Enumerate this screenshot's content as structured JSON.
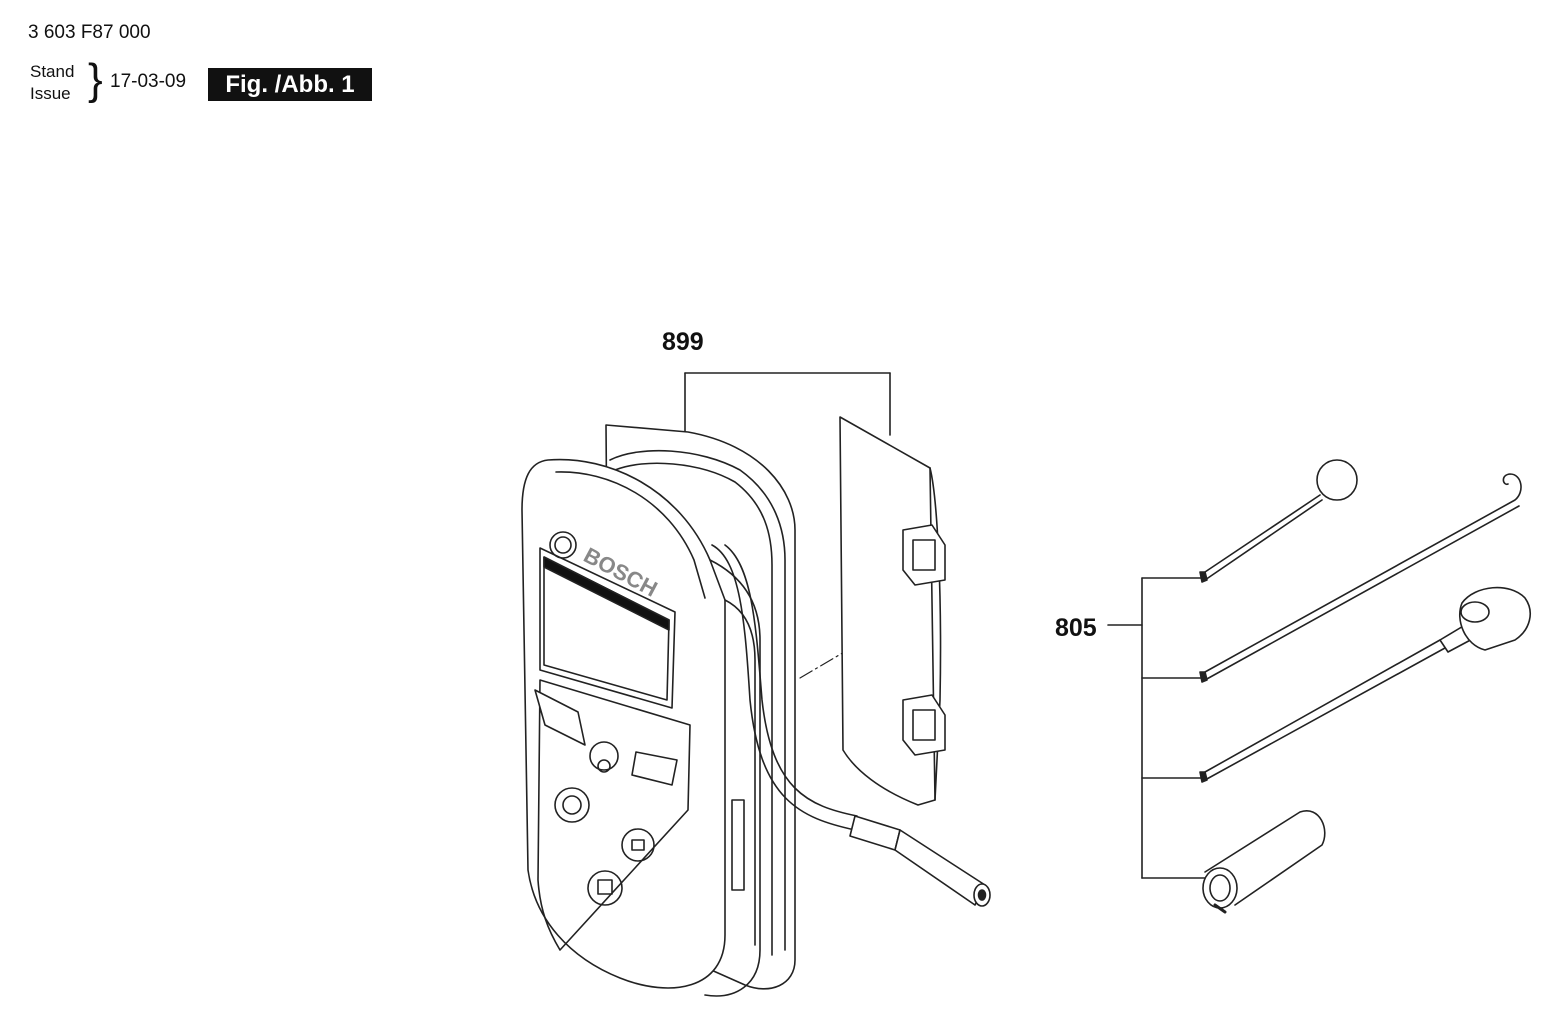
{
  "header": {
    "part_number": "3 603 F87 000",
    "stand_label": "Stand",
    "issue_label": "Issue",
    "date": "17-03-09",
    "figure_label": "Fig. /Abb. 1"
  },
  "callouts": {
    "kit_899": "899",
    "accessories_805": "805"
  },
  "device": {
    "brand": "BOSCH"
  }
}
